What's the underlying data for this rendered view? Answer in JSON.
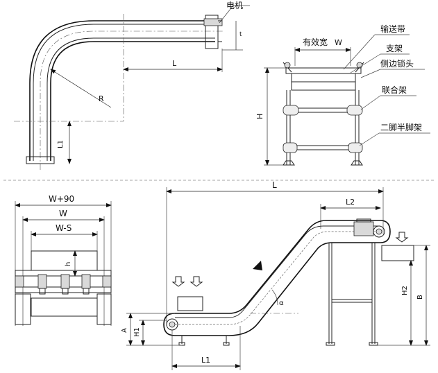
{
  "labels": {
    "motor": "电机",
    "effective_width": "有效宽",
    "belt": "输送带",
    "bracket": "支架",
    "side_lock": "侧边锁头",
    "joint_frame": "联合架",
    "two_leg_frame": "二脚半脚架"
  },
  "dims_top": {
    "w": "W",
    "l": "L",
    "r": "R",
    "l1": "L1",
    "h": "H",
    "small": "t"
  },
  "dims_section": {
    "w90": "W+90",
    "w": "W",
    "ws": "W-S",
    "h": "h"
  },
  "dims_side": {
    "l": "L",
    "l2": "L2",
    "l1": "L1",
    "a": "A",
    "h1": "H1",
    "h2": "H2",
    "b": "B",
    "angle": "α"
  }
}
